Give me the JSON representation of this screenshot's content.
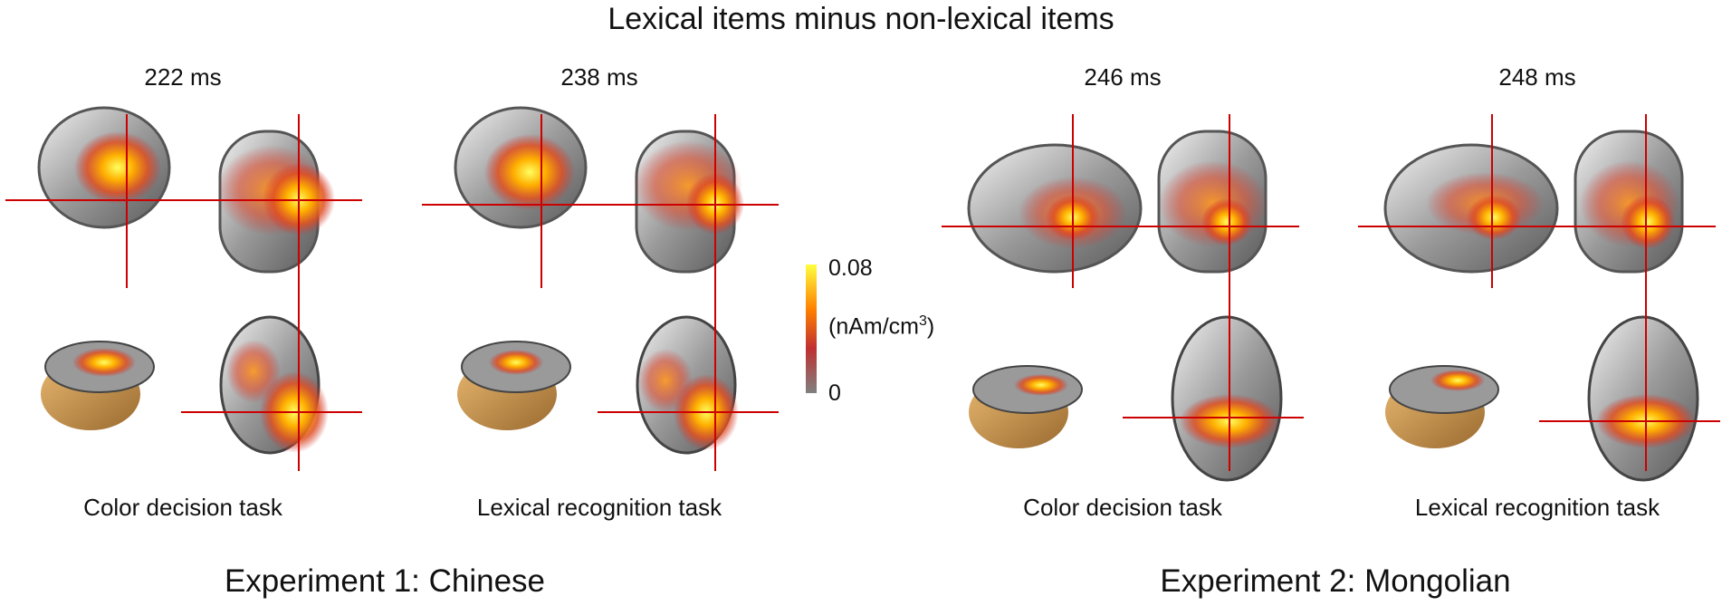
{
  "figure": {
    "title": "Lexical items minus non-lexical items",
    "panels": [
      {
        "time": "222 ms",
        "task": "Color decision task"
      },
      {
        "time": "238 ms",
        "task": "Lexical recognition task"
      },
      {
        "time": "246 ms",
        "task": "Color decision task"
      },
      {
        "time": "248 ms",
        "task": "Lexical recognition task"
      }
    ],
    "experiments": [
      "Experiment 1: Chinese",
      "Experiment 2: Mongolian"
    ],
    "colorbar": {
      "max": "0.08",
      "unit_base": "(nAm/cm",
      "unit_sup": "3",
      "unit_close": ")",
      "min": "0"
    }
  },
  "colors": {
    "crosshair": "#cc0000",
    "skin": "#c8964e",
    "hot_high": "#ffff40",
    "hot_mid": "#ff7a00",
    "hot_low": "#d03030"
  }
}
